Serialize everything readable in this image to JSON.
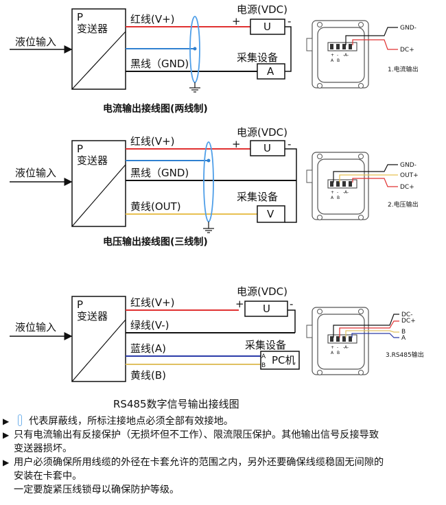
{
  "colors": {
    "red": "#e03030",
    "black": "#111111",
    "blue": "#2f80d0",
    "yellow": "#e8c050",
    "green_wire": "#111111",
    "rs_blue": "#2a3aa8",
    "shield": "#4e9ee8",
    "rs_yellow": "#e0c060"
  },
  "diagram1": {
    "input": "液位输入",
    "p": "P",
    "transmitter": "变送器",
    "red": "红线(V+)",
    "black": "黑线（GND)",
    "power": "电源(VDC)",
    "u": "U",
    "plus": "+",
    "minus": "-",
    "collector": "采集设备",
    "meter": "A",
    "caption": "电流输出接线图(两线制)",
    "term_gnd": "GND-",
    "term_dc": "DC+",
    "term_caption": "1.电流输出"
  },
  "diagram2": {
    "input": "液位输入",
    "p": "P",
    "transmitter": "变送器",
    "red": "红线(V+)",
    "black": "黑线（GND)",
    "yellow": "黄线(OUT)",
    "power": "电源(VDC)",
    "u": "U",
    "plus": "+",
    "minus": "-",
    "collector": "采集设备",
    "meter": "V",
    "caption": "电压输出接线图(三线制)",
    "term_gnd": "GND-",
    "term_out": "OUT+",
    "term_dc": "DC+",
    "term_caption": "2.电压输出"
  },
  "diagram3": {
    "input": "液位输入",
    "p": "P",
    "transmitter": "变送器",
    "red": "红线(V+)",
    "green": "绿线(V-)",
    "blue": "蓝线(A)",
    "yellow": "黄线(B)",
    "power": "电源(VDC)",
    "u": "U",
    "plus": "+",
    "minus": "-",
    "collector": "采集设备",
    "pc": "PC机",
    "pin_a": "A",
    "pin_b": "B",
    "caption": "RS485数字信号输出接线图",
    "term_dcm": "DC-",
    "term_dcp": "DC+",
    "term_b": "B",
    "term_a": "A",
    "term_caption": "3.RS485输出"
  },
  "terminal": {
    "l1": "+",
    "l2": "-",
    "l3": "-A-",
    "a": "A",
    "b": "B"
  },
  "notes": {
    "n1": "代表屏蔽线，所标注接地点必须全部有效接地。",
    "n2": "只有电流输出有反接保护（无损坏但不工作）、限流限压保护。其他输出信号反接导致",
    "n2b": "变送器损坏。",
    "n3": "用户必须确保所用线缆的外径在卡套允许的范围之内，另外还要确保线缆稳固无间隙的",
    "n3b": "安装在卡套中。",
    "n4": "一定要旋紧压线锁母以确保防护等级。",
    "bullet": "▶"
  }
}
